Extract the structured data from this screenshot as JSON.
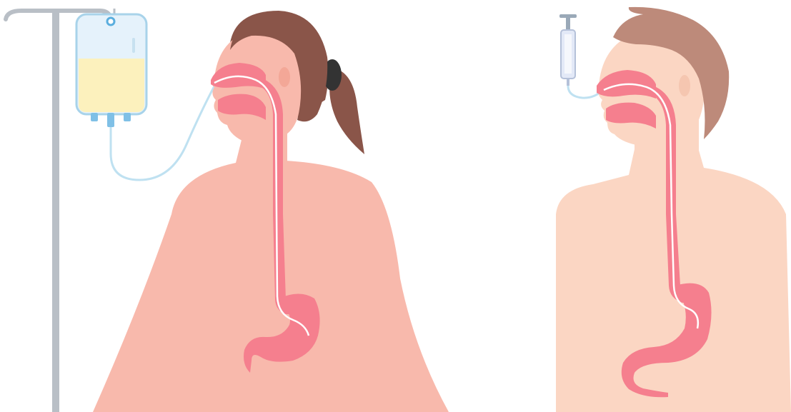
{
  "illustration": {
    "left_figure": {
      "subject": "female-patient",
      "feeding_method": "iv-bag-drip",
      "skin_color": "#f8b9ac",
      "hair_color": "#8a5549",
      "hair_tie_color": "#333333"
    },
    "right_figure": {
      "subject": "male-patient",
      "feeding_method": "syringe",
      "skin_color": "#fbd6c3",
      "hair_color": "#bd8a7a"
    },
    "anatomy": {
      "digestive_tract_color": "#f57f8e",
      "tract_dark_color": "#ec6a7d",
      "feeding_tube_color": "#ffffff"
    },
    "equipment": {
      "iv_pole_color": "#b9bfc6",
      "iv_bag_color": "#e5f2fb",
      "iv_bag_outline": "#a8d3ea",
      "feeding_formula_color": "#fcf1bd",
      "syringe_color": "#e3e9f7",
      "syringe_plunger_color": "#9aa9b8",
      "connector_color": "#7fc0e6",
      "tubing_color": "#bfe1f1"
    }
  }
}
